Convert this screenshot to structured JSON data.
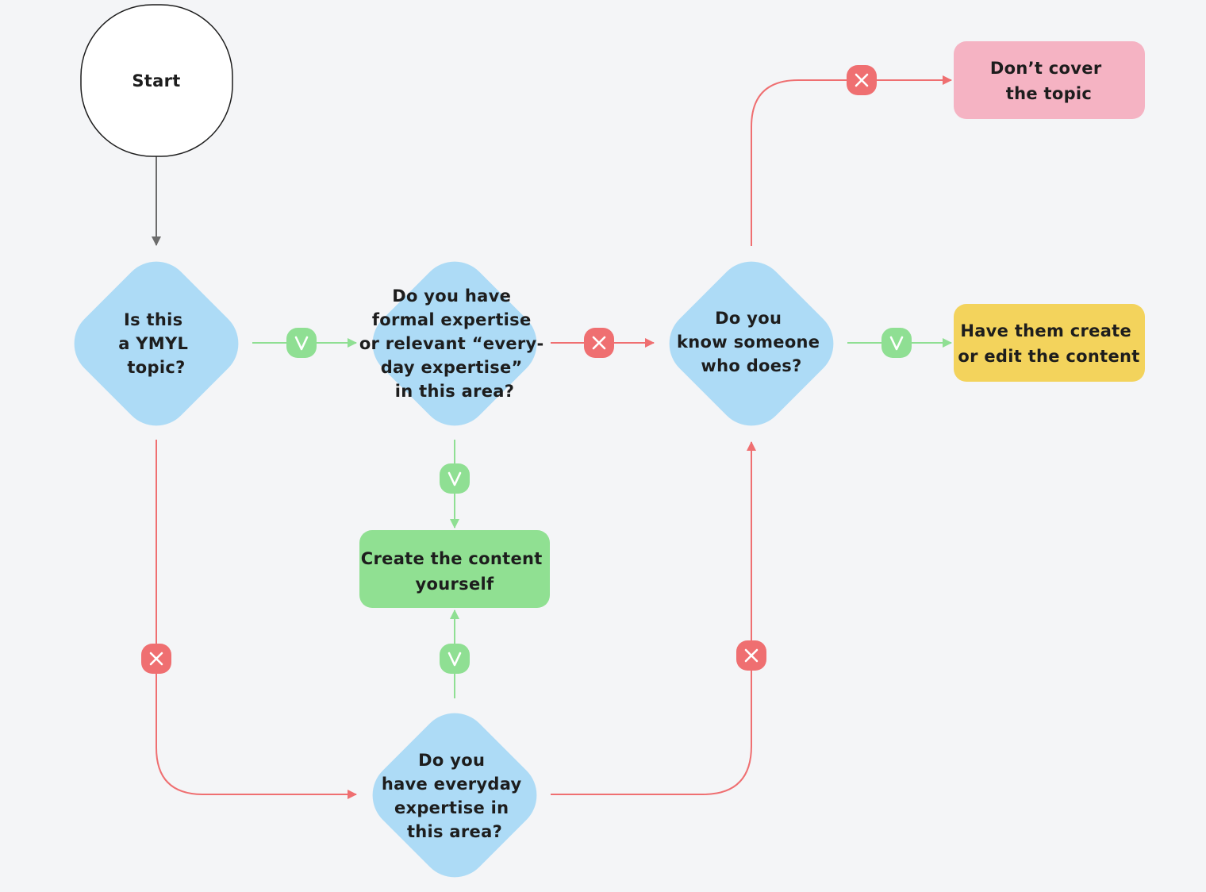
{
  "colors": {
    "background": "#f4f5f7",
    "decision": "#addbf6",
    "start_fill": "#ffffff",
    "start_stroke": "#1d1d1d",
    "green_box": "#90e092",
    "pink_box": "#f5b3c3",
    "yellow_box": "#f3d35c",
    "yes_line": "#8fdf93",
    "no_line": "#ef6f71",
    "neutral_line": "#6c6c6c",
    "yes_badge": "#8fdf93",
    "no_badge": "#ef6f71"
  },
  "nodes": {
    "start": {
      "lines": [
        "Start"
      ]
    },
    "ymyl_question": {
      "lines": [
        "Is this",
        "a YMYL",
        "topic?"
      ]
    },
    "expertise_question": {
      "lines": [
        "Do you have",
        "formal expertise",
        "or relevant “every-",
        "day expertise”",
        "in this area?"
      ]
    },
    "know_someone_question": {
      "lines": [
        "Do you",
        "know someone",
        "who does?"
      ]
    },
    "everyday_question": {
      "lines": [
        "Do you",
        "have everyday",
        "expertise in",
        "this area?"
      ]
    },
    "create_yourself": {
      "lines": [
        "Create the content",
        "yourself"
      ]
    },
    "dont_cover": {
      "lines": [
        "Don’t cover",
        "the topic"
      ]
    },
    "have_them_create": {
      "lines": [
        "Have them create",
        "or edit the content"
      ]
    }
  },
  "badges": {
    "yes_icon": "check-icon",
    "no_icon": "close-icon"
  }
}
